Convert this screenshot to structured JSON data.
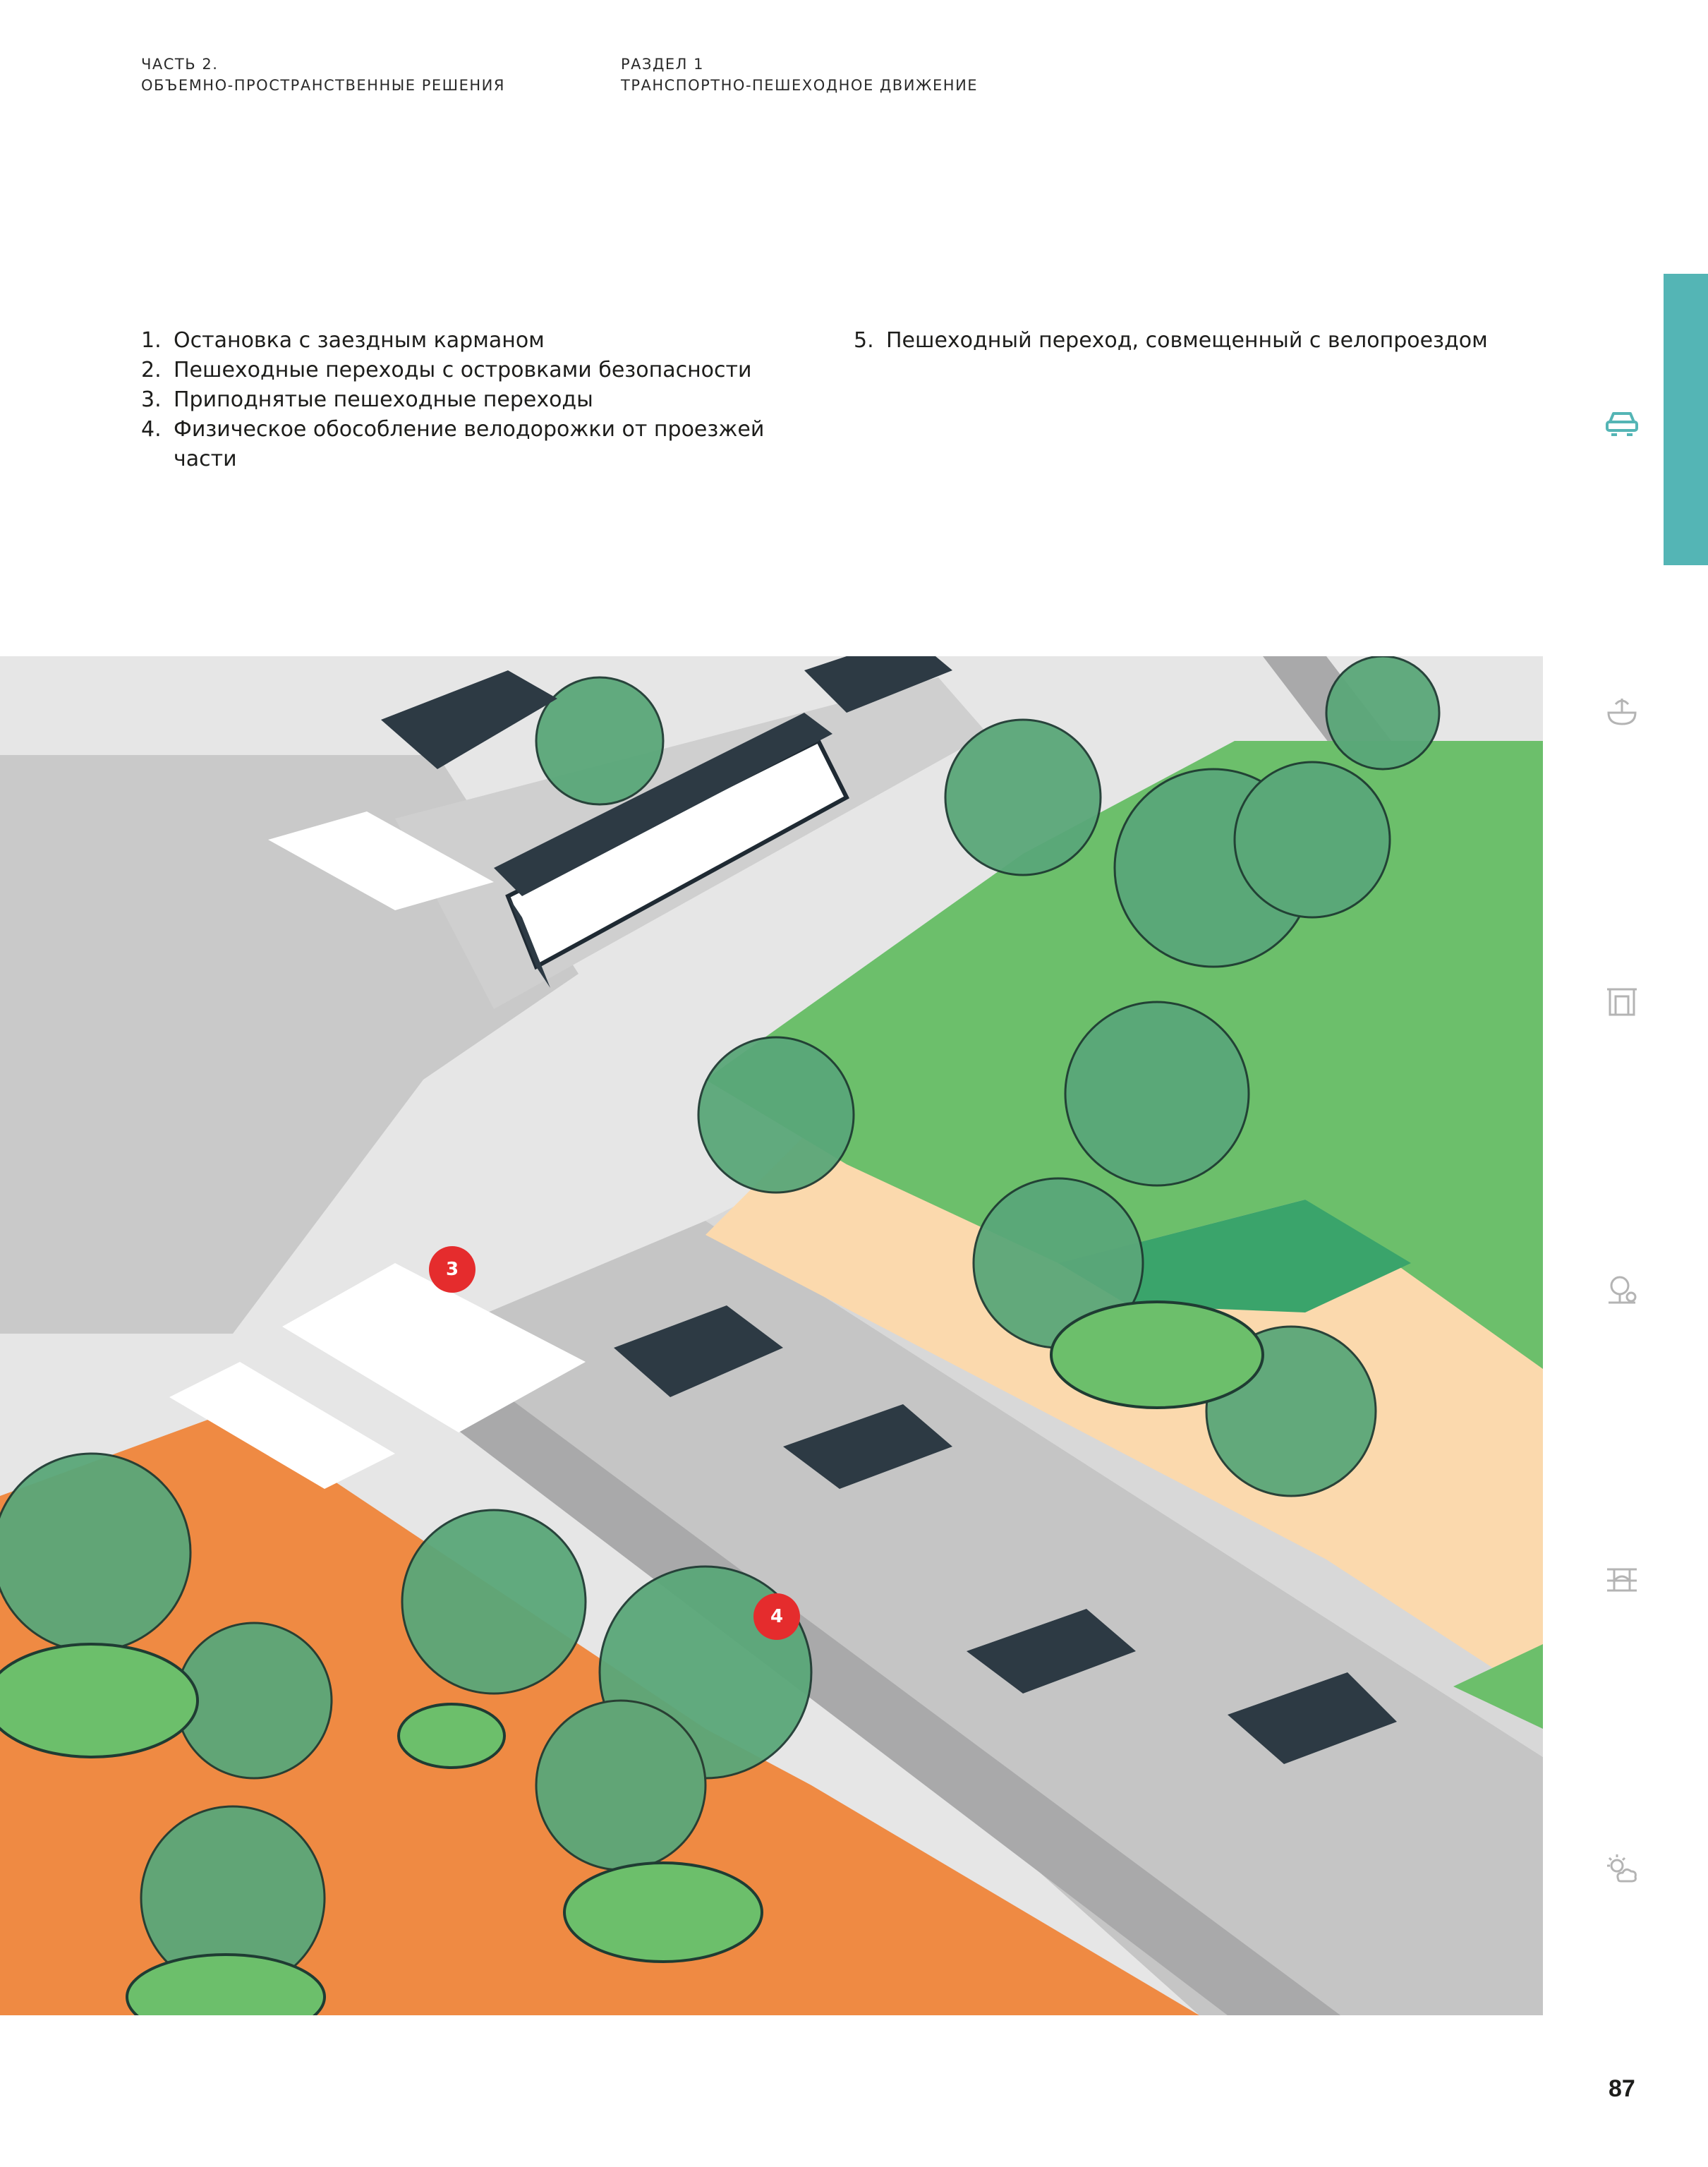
{
  "header": {
    "part_label": "ЧАСТЬ 2.",
    "part_title": "ОБЪЕМНО-ПРОСТРАНСТВЕННЫЕ РЕШЕНИЯ",
    "section_label": "РАЗДЕЛ 1",
    "section_title": "ТРАНСПОРТНО-ПЕШЕХОДНОЕ ДВИЖЕНИЕ"
  },
  "legend": {
    "items": [
      {
        "num": "1.",
        "text": "Остановка с заездным карманом"
      },
      {
        "num": "2.",
        "text": "Пешеходные переходы с островками безопасности"
      },
      {
        "num": "3.",
        "text": "Приподнятые пешеходные переходы"
      },
      {
        "num": "4.",
        "text": "Физическое обособление велодорожки от проезжей части"
      },
      {
        "num": "5.",
        "text": "Пешеходный переход, совмещенный с велопроездом"
      }
    ]
  },
  "sidebar": {
    "accent_color": "#54b5b5",
    "icons": [
      "car-icon",
      "fountain-icon",
      "building-icon",
      "tree-icon",
      "bridge-icon",
      "weather-icon"
    ]
  },
  "illustration": {
    "markers": [
      "3",
      "4"
    ]
  },
  "page_number": "87"
}
